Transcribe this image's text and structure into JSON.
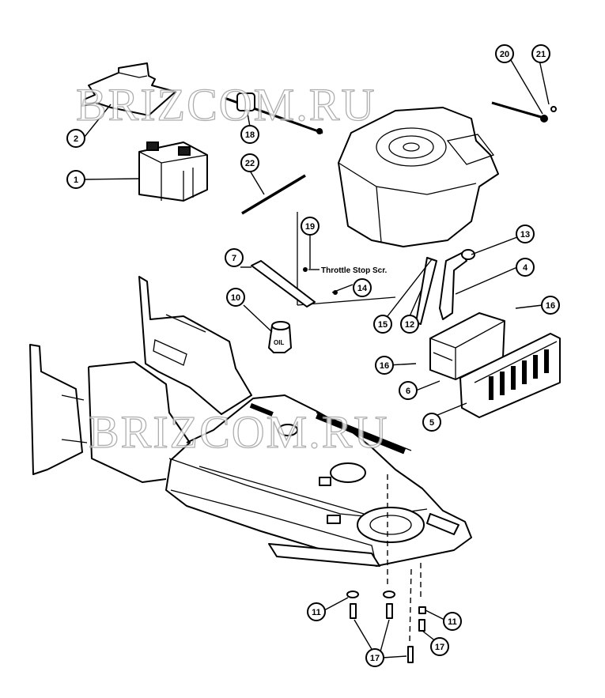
{
  "watermark": "BRIZCOM.RU",
  "note": "Throttle Stop Scr.",
  "oil_label": "OIL",
  "callouts": [
    "1",
    "2",
    "4",
    "5",
    "6",
    "7",
    "10",
    "11",
    "12",
    "13",
    "14",
    "15",
    "16",
    "17",
    "18",
    "19",
    "20",
    "21",
    "22"
  ]
}
